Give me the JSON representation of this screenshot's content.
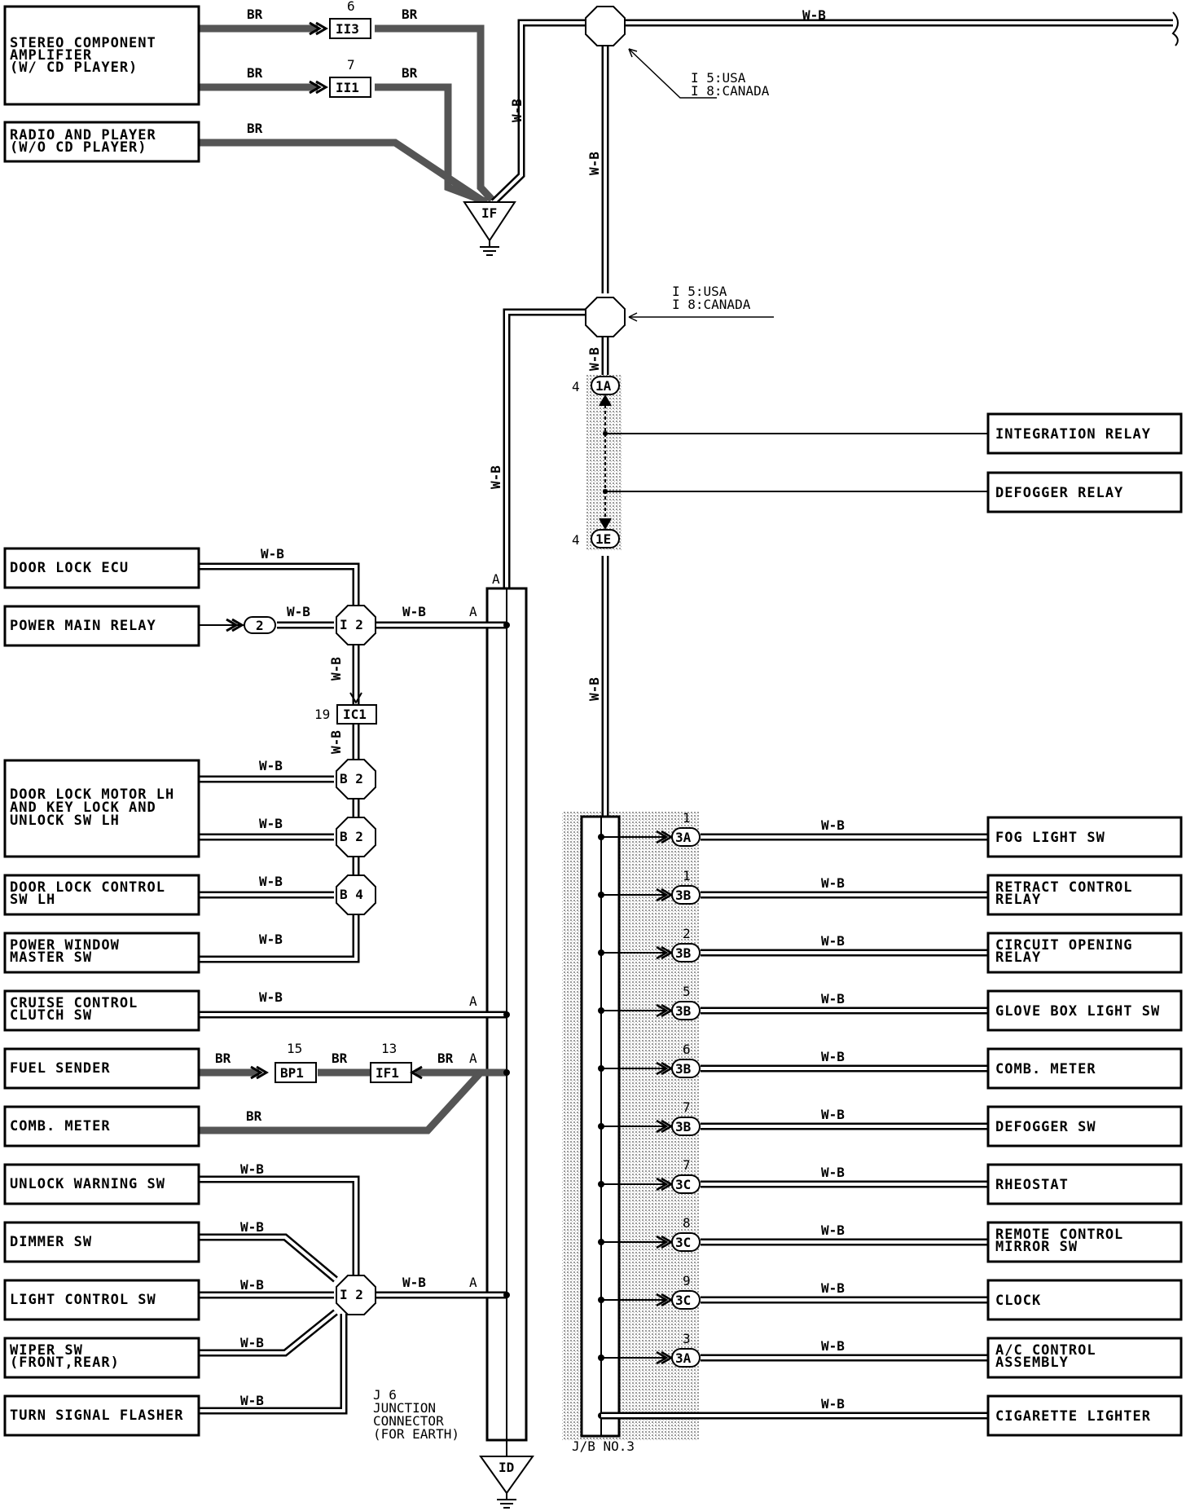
{
  "colors": {
    "ink": "#000000",
    "br_wire": "#555555",
    "shade": "#d0d0d0",
    "paper": "#ffffff"
  },
  "wire_codes": {
    "br": "BR",
    "wb": "W-B"
  },
  "top": {
    "stereo_amp": [
      "STEREO COMPONENT",
      "AMPLIFIER",
      "(W/ CD PLAYER)"
    ],
    "radio_player": [
      "RADIO AND PLAYER",
      "(W/O CD PLAYER)"
    ],
    "conn_ii3": {
      "label": "II3",
      "pin": "6"
    },
    "conn_ii1": {
      "label": "II1",
      "pin": "7"
    },
    "ground_if": "IF",
    "splice_note_1": [
      "I 5:USA",
      "I 8:CANADA"
    ],
    "splice_note_2": [
      "I 5:USA",
      "I 8:CANADA"
    ]
  },
  "jb3_top": {
    "conn_1a": {
      "label": "1A",
      "pin": "4"
    },
    "conn_1e": {
      "label": "1E",
      "pin": "4"
    },
    "integration_relay": "INTEGRATION RELAY",
    "defogger_relay": "DEFOGGER RELAY"
  },
  "left": {
    "door_lock_ecu": [
      "DOOR LOCK ECU"
    ],
    "power_main_relay": [
      "POWER MAIN RELAY"
    ],
    "pmr_conn": "2",
    "splice_i2_top": "I 2",
    "ic1": {
      "label": "IC1",
      "pin": "19"
    },
    "b2_a": "B 2",
    "b2_b": "B 2",
    "b4": "B 4",
    "door_lock_motor": [
      "DOOR LOCK MOTOR LH",
      "AND KEY LOCK AND",
      "UNLOCK SW LH"
    ],
    "door_lock_control": [
      "DOOR LOCK CONTROL",
      "SW LH"
    ],
    "power_window": [
      "POWER WINDOW",
      "MASTER SW"
    ],
    "cruise_control": [
      "CRUISE CONTROL",
      "CLUTCH SW"
    ],
    "fuel_sender": [
      "FUEL SENDER"
    ],
    "bp1": {
      "label": "BP1",
      "pin": "15"
    },
    "if1": {
      "label": "IF1",
      "pin": "13"
    },
    "comb_meter": [
      "COMB. METER"
    ],
    "unlock_warning": [
      "UNLOCK WARNING SW"
    ],
    "dimmer": [
      "DIMMER SW"
    ],
    "light_control": [
      "LIGHT CONTROL SW"
    ],
    "wiper": [
      "WIPER SW",
      "(FRONT,REAR)"
    ],
    "turn_signal": [
      "TURN SIGNAL FLASHER"
    ],
    "splice_i2_bottom": "I 2",
    "pin_a": "A"
  },
  "j6": {
    "label": [
      "J 6",
      "JUNCTION",
      "CONNECTOR",
      "(FOR EARTH)"
    ],
    "ground": "ID"
  },
  "jb3": {
    "label": "J/B NO.3",
    "rows": [
      {
        "pin": "1",
        "conn": "3A",
        "device": [
          "FOG LIGHT SW"
        ]
      },
      {
        "pin": "1",
        "conn": "3B",
        "device": [
          "RETRACT CONTROL",
          "RELAY"
        ]
      },
      {
        "pin": "2",
        "conn": "3B",
        "device": [
          "CIRCUIT OPENING",
          "RELAY"
        ]
      },
      {
        "pin": "5",
        "conn": "3B",
        "device": [
          "GLOVE BOX LIGHT SW"
        ]
      },
      {
        "pin": "6",
        "conn": "3B",
        "device": [
          "COMB. METER"
        ]
      },
      {
        "pin": "7",
        "conn": "3B",
        "device": [
          "DEFOGGER SW"
        ]
      },
      {
        "pin": "7",
        "conn": "3C",
        "device": [
          "RHEOSTAT"
        ]
      },
      {
        "pin": "8",
        "conn": "3C",
        "device": [
          "REMOTE CONTROL",
          "MIRROR SW"
        ]
      },
      {
        "pin": "9",
        "conn": "3C",
        "device": [
          "CLOCK"
        ]
      },
      {
        "pin": "3",
        "conn": "3A",
        "device": [
          "A/C CONTROL",
          "ASSEMBLY"
        ]
      },
      {
        "pin": "",
        "conn": "",
        "device": [
          "CIGARETTE LIGHTER"
        ]
      }
    ]
  }
}
